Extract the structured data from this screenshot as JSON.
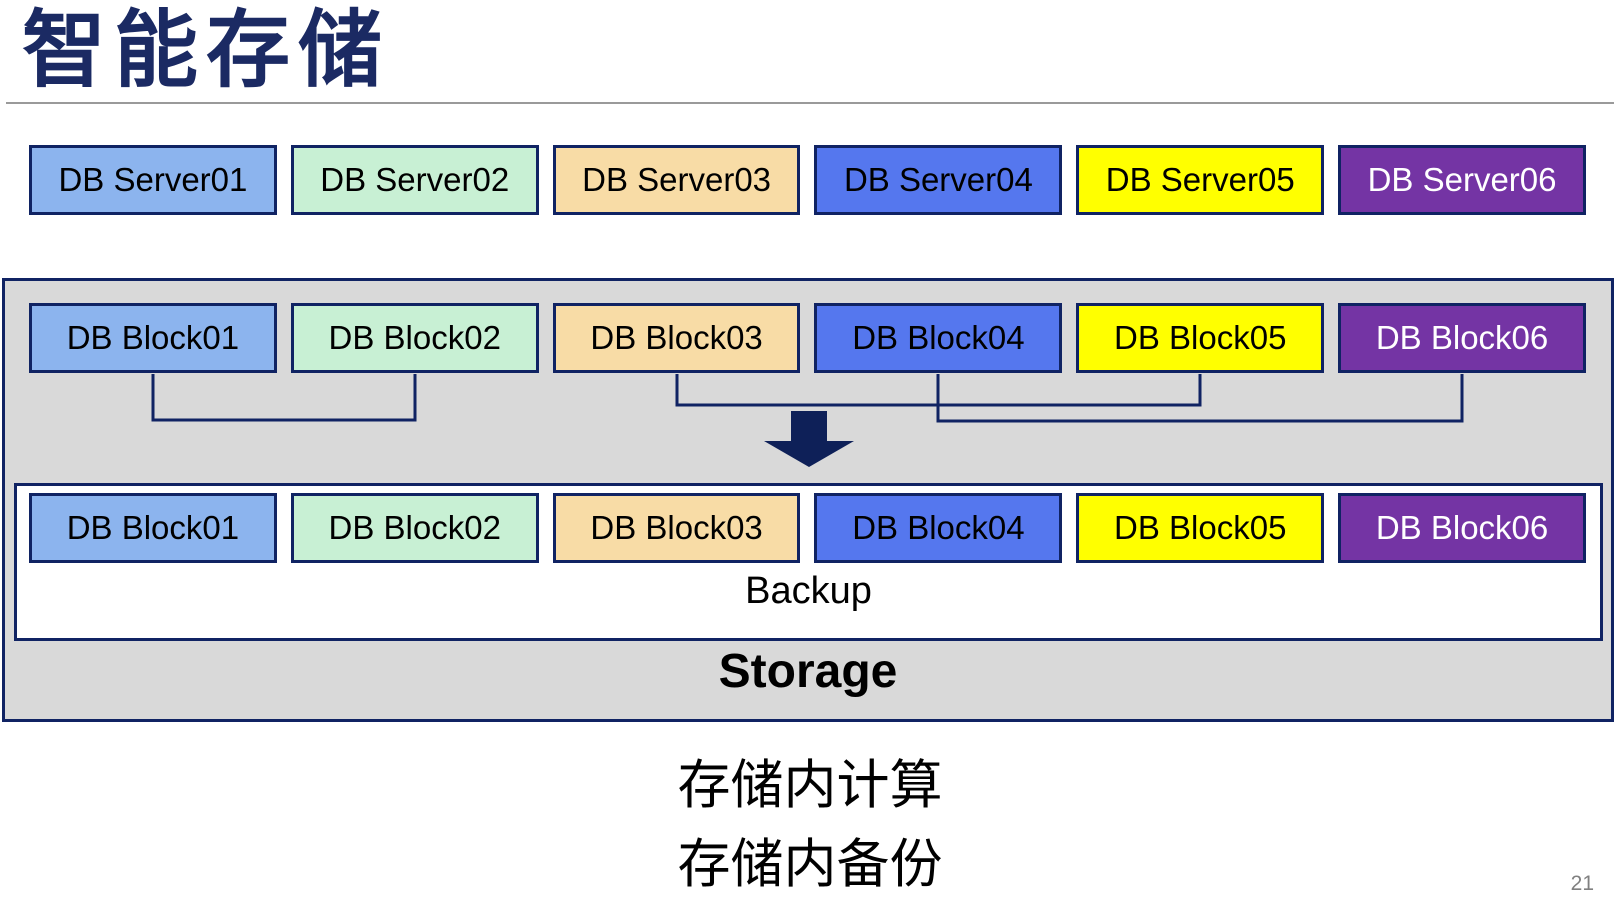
{
  "title": "智能存储",
  "page_number": "21",
  "colors": {
    "title": "#1b2a63",
    "box_border": "#102363",
    "connector": "#102363",
    "arrow": "#0e2058",
    "outer_fill": "#d9d9d9",
    "inner_fill": "#ffffff",
    "divider": "#9a9a9a",
    "page_number": "#808080",
    "palette": [
      "#8cb4ee",
      "#c8f0d4",
      "#f8dca6",
      "#5577ee",
      "#ffff00",
      "#7434a4"
    ]
  },
  "servers": [
    {
      "label": "DB Server01",
      "fill": "#8cb4ee",
      "text_color": "#000000"
    },
    {
      "label": "DB Server02",
      "fill": "#c8f0d4",
      "text_color": "#000000"
    },
    {
      "label": "DB Server03",
      "fill": "#f8dca6",
      "text_color": "#000000"
    },
    {
      "label": "DB Server04",
      "fill": "#5577ee",
      "text_color": "#000000"
    },
    {
      "label": "DB Server05",
      "fill": "#ffff00",
      "text_color": "#000000"
    },
    {
      "label": "DB Server06",
      "fill": "#7434a4",
      "text_color": "#ffffff"
    }
  ],
  "storage": {
    "blocks": [
      {
        "label": "DB Block01",
        "fill": "#8cb4ee",
        "text_color": "#000000"
      },
      {
        "label": "DB Block02",
        "fill": "#c8f0d4",
        "text_color": "#000000"
      },
      {
        "label": "DB Block03",
        "fill": "#f8dca6",
        "text_color": "#000000"
      },
      {
        "label": "DB Block04",
        "fill": "#5577ee",
        "text_color": "#000000"
      },
      {
        "label": "DB Block05",
        "fill": "#ffff00",
        "text_color": "#000000"
      },
      {
        "label": "DB Block06",
        "fill": "#7434a4",
        "text_color": "#ffffff"
      }
    ],
    "backup_blocks": [
      {
        "label": "DB Block01",
        "fill": "#8cb4ee",
        "text_color": "#000000"
      },
      {
        "label": "DB Block02",
        "fill": "#c8f0d4",
        "text_color": "#000000"
      },
      {
        "label": "DB Block03",
        "fill": "#f8dca6",
        "text_color": "#000000"
      },
      {
        "label": "DB Block04",
        "fill": "#5577ee",
        "text_color": "#000000"
      },
      {
        "label": "DB Block05",
        "fill": "#ffff00",
        "text_color": "#000000"
      },
      {
        "label": "DB Block06",
        "fill": "#7434a4",
        "text_color": "#ffffff"
      }
    ],
    "backup_label": "Backup",
    "storage_label": "Storage"
  },
  "captions": {
    "line1": "存储内计算",
    "line2": "存储内备份"
  }
}
